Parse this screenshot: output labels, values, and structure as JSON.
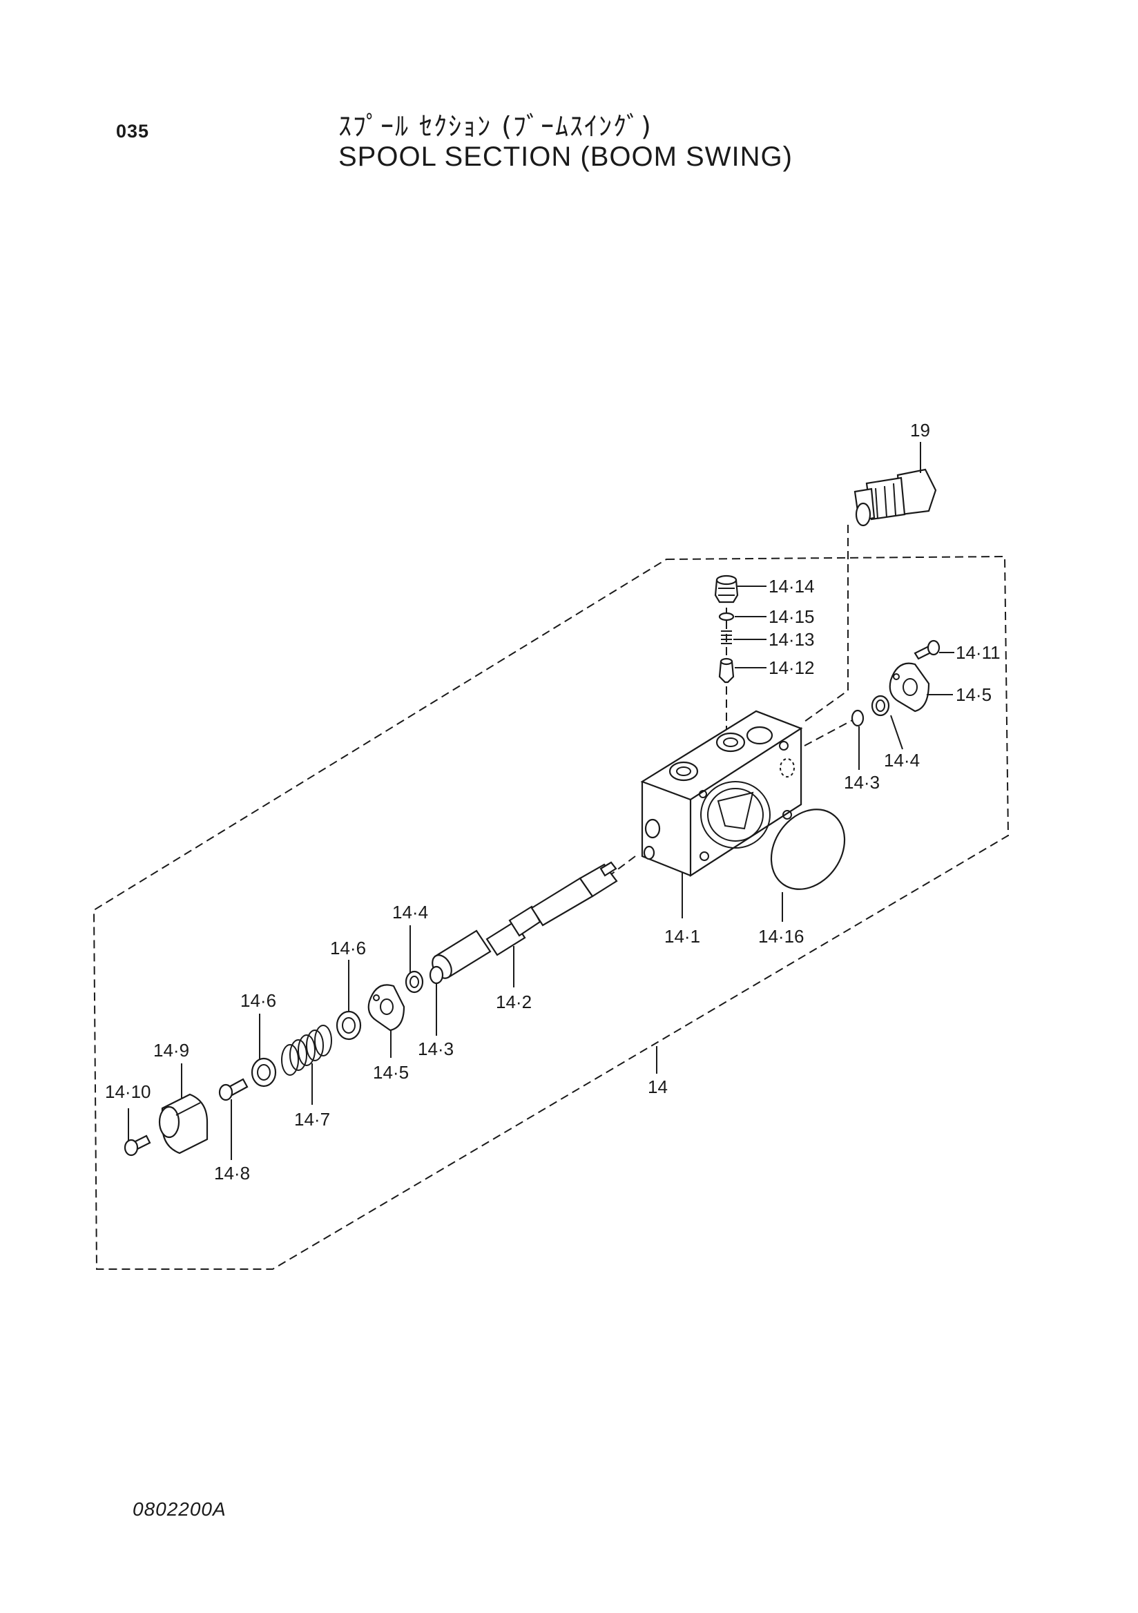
{
  "page_number": "035",
  "title_japanese": "ｽﾌﾟｰﾙ ｾｸｼｮﾝ (ﾌﾞｰﾑｽｲﾝｸﾞ)",
  "title_english": "SPOOL SECTION (BOOM SWING)",
  "footer_code": "0802200A",
  "callouts": {
    "c19": "19",
    "c14_14": "14·14",
    "c14_15": "14·15",
    "c14_13": "14·13",
    "c14_12": "14·12",
    "c14_11": "14·11",
    "c14_5_right": "14·5",
    "c14_4_right": "14·4",
    "c14_3_right": "14·3",
    "c14_1": "14·1",
    "c14_16": "14·16",
    "c14_4_left": "14·4",
    "c14_6_upper": "14·6",
    "c14_2": "14·2",
    "c14_6_lower": "14·6",
    "c14_3_left": "14·3",
    "c14_5_left": "14·5",
    "c14_9": "14·9",
    "c14_10": "14·10",
    "c14_7": "14·7",
    "c14_8": "14·8",
    "c14": "14"
  }
}
